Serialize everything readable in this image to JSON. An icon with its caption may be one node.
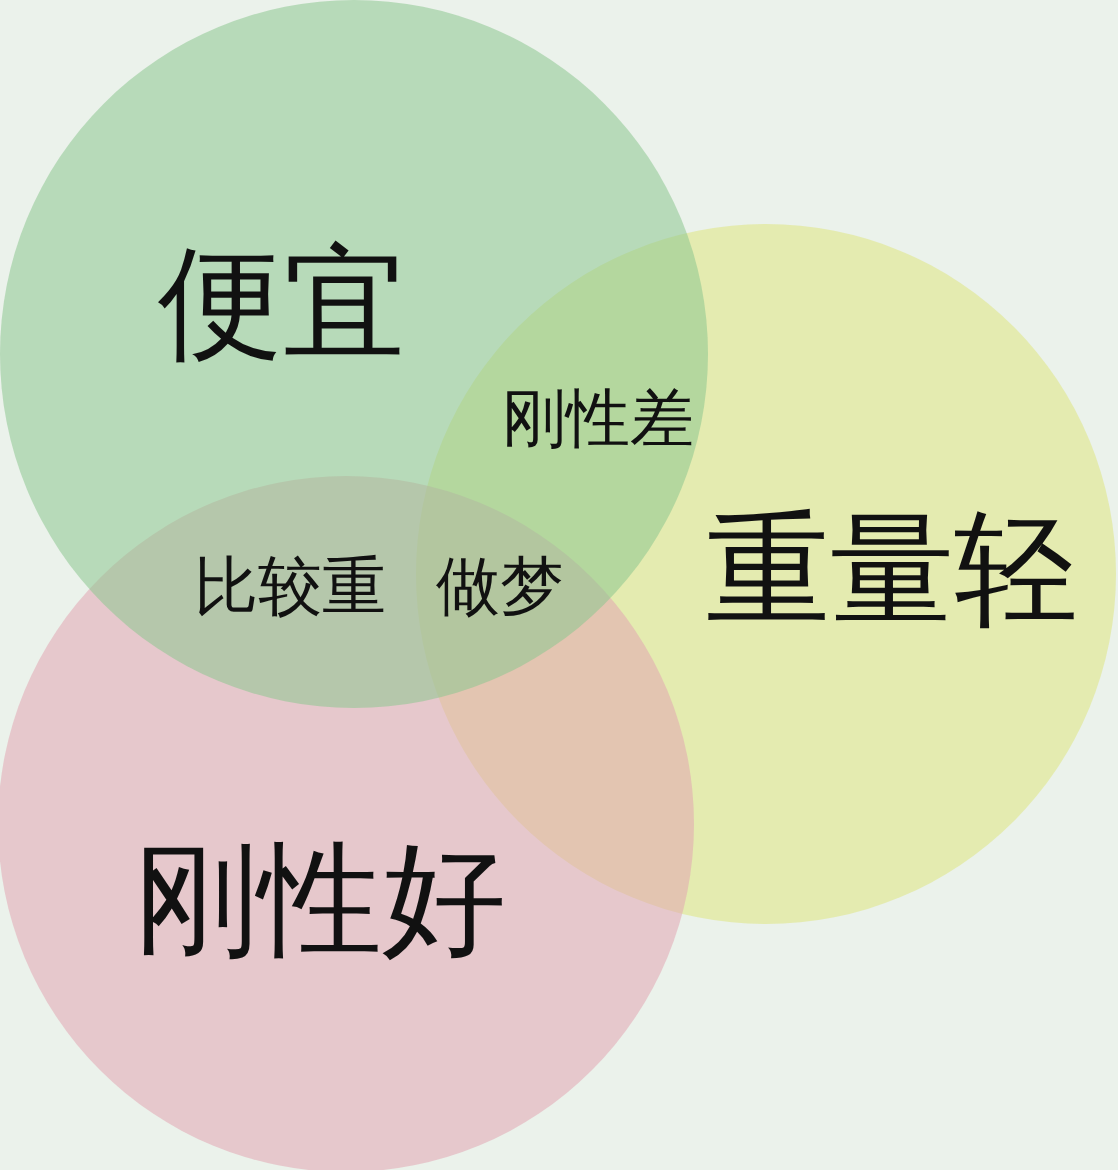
{
  "diagram": {
    "nodes": [
      {
        "text": [
          "便宜"
        ]
      },
      {
        "text": [
          "重量轻"
        ]
      },
      {
        "text": [
          "刚性好"
        ]
      }
    ],
    "labels": [
      "刚性差",
      "比较重",
      "做梦"
    ]
  }
}
